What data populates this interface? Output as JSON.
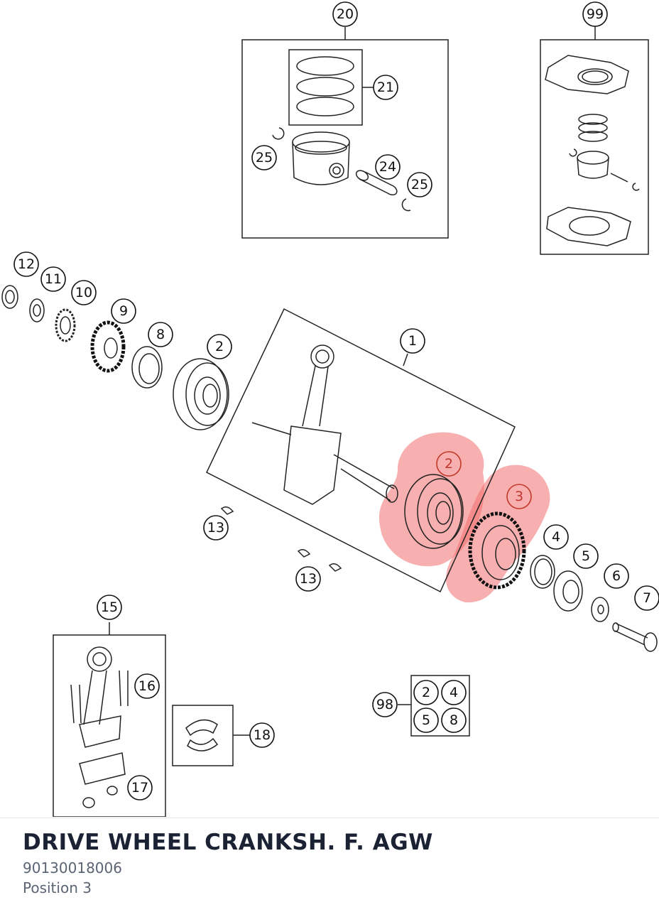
{
  "callouts": {
    "c20": "20",
    "c21": "21",
    "c25a": "25",
    "c24": "24",
    "c25b": "25",
    "c99": "99",
    "c12": "12",
    "c11": "11",
    "c10": "10",
    "c9": "9",
    "c8": "8",
    "c2a": "2",
    "c1": "1",
    "c2b": "2",
    "c3": "3",
    "c4": "4",
    "c5": "5",
    "c6": "6",
    "c7": "7",
    "c13a": "13",
    "c13b": "13",
    "c15": "15",
    "c16": "16",
    "c17": "17",
    "c18": "18",
    "c98": "98",
    "k2": "2",
    "k4": "4",
    "k5": "5",
    "k8": "8"
  },
  "highlight": {
    "color": "#f26d6d",
    "parts": [
      "2",
      "3"
    ]
  },
  "footer": {
    "title": "DRIVE WHEEL CRANKSH. F. AGW",
    "part_number": "90130018006",
    "position": "Position 3"
  }
}
